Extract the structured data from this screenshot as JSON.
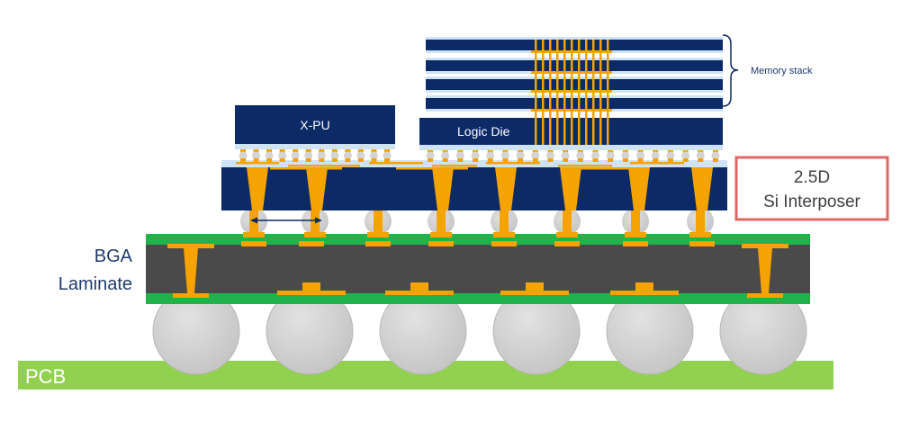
{
  "labels": {
    "memory_stack": "Memory stack",
    "logic_die": "Logic Die",
    "xpu": "X-PU",
    "interposer_line1": "2.5D",
    "interposer_line2": "Si Interposer",
    "bga_line1": "BGA",
    "bga_line2": "Laminate",
    "pcb": "PCB"
  },
  "colors": {
    "navy": "#0b2a66",
    "gold": "#f4a300",
    "green": "#22b24c",
    "laminate": "#4a4a4a",
    "pcb": "#92d050",
    "ball": "#cfcfcf",
    "highlight_border": "#e06666",
    "light_blue": "#cfe3f7",
    "label_blue": "#1f3a6b"
  }
}
